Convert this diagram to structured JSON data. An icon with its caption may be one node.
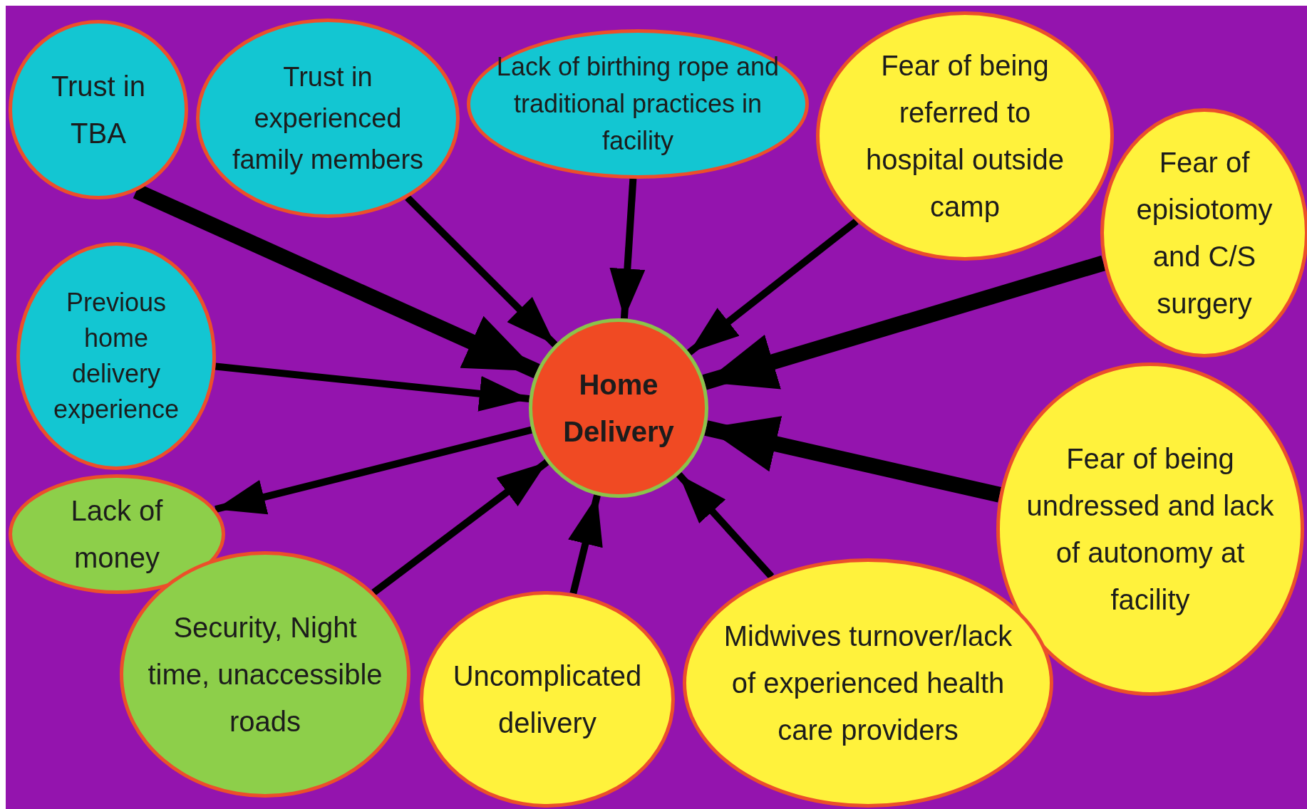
{
  "diagram": {
    "nodes": [
      {
        "text": [
          "Trust in TBA"
        ]
      },
      {
        "text": [
          "Trust in experienced family members"
        ]
      },
      {
        "text": [
          "Lack of birthing rope and traditional practices in facility"
        ]
      },
      {
        "text": [
          "Fear of being referred to hospital outside camp"
        ]
      },
      {
        "text": [
          "Fear of episiotomy and C/S surgery"
        ]
      },
      {
        "text": [
          "Previous home delivery experience"
        ]
      },
      {
        "text": [
          "Home Delivery"
        ]
      },
      {
        "text": [
          "Lack of money"
        ]
      },
      {
        "text": [
          "Fear of being undressed and lack of autonomy at facility"
        ]
      },
      {
        "text": [
          "Security, Night time, unaccessible roads"
        ]
      },
      {
        "text": [
          "Uncomplicated delivery"
        ]
      },
      {
        "text": [
          "Midwives turnover/lack of experienced health care providers"
        ]
      }
    ],
    "edges": [
      {
        "from": 0,
        "to": 6,
        "arrow": "to",
        "style": "thick"
      },
      {
        "from": 1,
        "to": 6,
        "arrow": "to"
      },
      {
        "from": 2,
        "to": 6,
        "arrow": "to"
      },
      {
        "from": 3,
        "to": 6,
        "arrow": "to"
      },
      {
        "from": 4,
        "to": 6,
        "arrow": "to",
        "style": "thick"
      },
      {
        "from": 5,
        "to": 6,
        "arrow": "to"
      },
      {
        "from": 6,
        "to": 7,
        "arrow": "to"
      },
      {
        "from": 8,
        "to": 6,
        "arrow": "to",
        "style": "thick"
      },
      {
        "from": 9,
        "to": 6,
        "arrow": "to"
      },
      {
        "from": 10,
        "to": 6,
        "arrow": "to"
      },
      {
        "from": 11,
        "to": 6,
        "arrow": "to"
      }
    ]
  }
}
